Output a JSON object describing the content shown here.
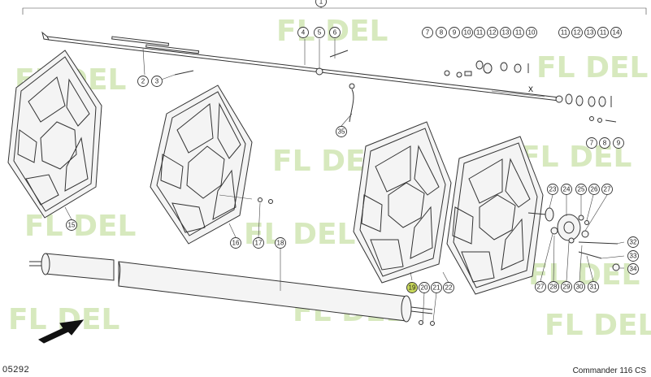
{
  "drawing_code": "05292",
  "model": "Commander 116 CS",
  "watermark": "FL DEL",
  "highlight_color": "#c8d85a",
  "callouts": [
    {
      "id": "c1",
      "label": "1"
    },
    {
      "id": "c2",
      "label": "2"
    },
    {
      "id": "c3",
      "label": "3"
    },
    {
      "id": "c4",
      "label": "4"
    },
    {
      "id": "c5",
      "label": "5"
    },
    {
      "id": "c6",
      "label": "6"
    },
    {
      "id": "c7a",
      "label": "7"
    },
    {
      "id": "c8a",
      "label": "8"
    },
    {
      "id": "c9a",
      "label": "9"
    },
    {
      "id": "c10a",
      "label": "10"
    },
    {
      "id": "c11a",
      "label": "11"
    },
    {
      "id": "c12a",
      "label": "12"
    },
    {
      "id": "c13a",
      "label": "13"
    },
    {
      "id": "c11b",
      "label": "11"
    },
    {
      "id": "c10b",
      "label": "10"
    },
    {
      "id": "c11c",
      "label": "11"
    },
    {
      "id": "c12b",
      "label": "12"
    },
    {
      "id": "c13b",
      "label": "13"
    },
    {
      "id": "c11d",
      "label": "11"
    },
    {
      "id": "c14",
      "label": "14"
    },
    {
      "id": "c7b",
      "label": "7"
    },
    {
      "id": "c8b",
      "label": "8"
    },
    {
      "id": "c9b",
      "label": "9"
    },
    {
      "id": "c35",
      "label": "35"
    },
    {
      "id": "c15",
      "label": "15"
    },
    {
      "id": "c16",
      "label": "16"
    },
    {
      "id": "c17",
      "label": "17"
    },
    {
      "id": "c18",
      "label": "18"
    },
    {
      "id": "c19",
      "label": "19",
      "highlight": true
    },
    {
      "id": "c20",
      "label": "20"
    },
    {
      "id": "c21",
      "label": "21"
    },
    {
      "id": "c22",
      "label": "22"
    },
    {
      "id": "c23",
      "label": "23"
    },
    {
      "id": "c24",
      "label": "24"
    },
    {
      "id": "c25",
      "label": "25"
    },
    {
      "id": "c26",
      "label": "26"
    },
    {
      "id": "c27a",
      "label": "27"
    },
    {
      "id": "c27b",
      "label": "27"
    },
    {
      "id": "c28",
      "label": "28"
    },
    {
      "id": "c29",
      "label": "29"
    },
    {
      "id": "c30",
      "label": "30"
    },
    {
      "id": "c31",
      "label": "31"
    },
    {
      "id": "c32",
      "label": "32"
    },
    {
      "id": "c33",
      "label": "33"
    },
    {
      "id": "c34",
      "label": "34"
    }
  ],
  "dimension_label": "X"
}
